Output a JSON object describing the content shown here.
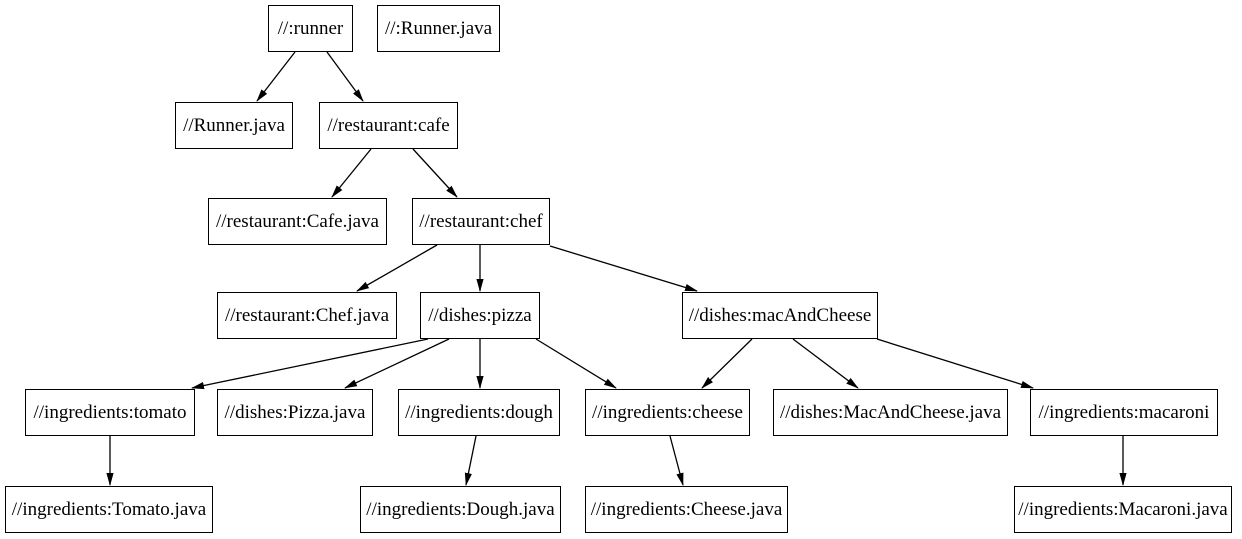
{
  "diagram": {
    "type": "dependency-graph",
    "description": "Bazel build target dependency graph for a restaurant example",
    "colors": {
      "background": "#ffffff",
      "node_border": "#000000",
      "node_fill": "#ffffff",
      "edge": "#000000",
      "text": "#000000"
    },
    "nodes": [
      {
        "id": "runner",
        "label": "//:runner"
      },
      {
        "id": "runner-java-top",
        "label": "//:Runner.java"
      },
      {
        "id": "runner-java",
        "label": "//Runner.java"
      },
      {
        "id": "cafe",
        "label": "//restaurant:cafe"
      },
      {
        "id": "cafe-java",
        "label": "//restaurant:Cafe.java"
      },
      {
        "id": "chef",
        "label": "//restaurant:chef"
      },
      {
        "id": "chef-java",
        "label": "//restaurant:Chef.java"
      },
      {
        "id": "pizza",
        "label": "//dishes:pizza"
      },
      {
        "id": "mac-and-cheese",
        "label": "//dishes:macAndCheese"
      },
      {
        "id": "tomato",
        "label": "//ingredients:tomato"
      },
      {
        "id": "pizza-java",
        "label": "//dishes:Pizza.java"
      },
      {
        "id": "dough",
        "label": "//ingredients:dough"
      },
      {
        "id": "cheese",
        "label": "//ingredients:cheese"
      },
      {
        "id": "mac-and-cheese-java",
        "label": "//dishes:MacAndCheese.java"
      },
      {
        "id": "macaroni",
        "label": "//ingredients:macaroni"
      },
      {
        "id": "tomato-java",
        "label": "//ingredients:Tomato.java"
      },
      {
        "id": "dough-java",
        "label": "//ingredients:Dough.java"
      },
      {
        "id": "cheese-java",
        "label": "//ingredients:Cheese.java"
      },
      {
        "id": "macaroni-java",
        "label": "//ingredients:Macaroni.java"
      }
    ],
    "edges": [
      {
        "from": "runner",
        "to": "runner-java"
      },
      {
        "from": "runner",
        "to": "cafe"
      },
      {
        "from": "cafe",
        "to": "cafe-java"
      },
      {
        "from": "cafe",
        "to": "chef"
      },
      {
        "from": "chef",
        "to": "chef-java"
      },
      {
        "from": "chef",
        "to": "pizza"
      },
      {
        "from": "chef",
        "to": "mac-and-cheese"
      },
      {
        "from": "pizza",
        "to": "tomato"
      },
      {
        "from": "pizza",
        "to": "pizza-java"
      },
      {
        "from": "pizza",
        "to": "dough"
      },
      {
        "from": "pizza",
        "to": "cheese"
      },
      {
        "from": "mac-and-cheese",
        "to": "cheese"
      },
      {
        "from": "mac-and-cheese",
        "to": "mac-and-cheese-java"
      },
      {
        "from": "mac-and-cheese",
        "to": "macaroni"
      },
      {
        "from": "tomato",
        "to": "tomato-java"
      },
      {
        "from": "dough",
        "to": "dough-java"
      },
      {
        "from": "cheese",
        "to": "cheese-java"
      },
      {
        "from": "macaroni",
        "to": "macaroni-java"
      }
    ]
  }
}
